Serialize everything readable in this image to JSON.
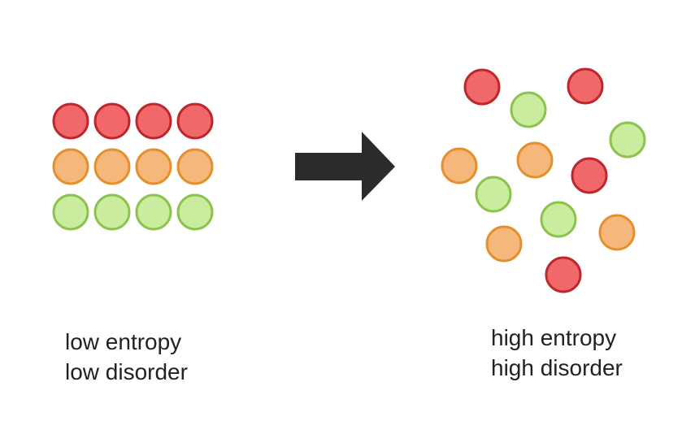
{
  "colors": {
    "red": {
      "fill": "#f0686a",
      "stroke": "#c0272d"
    },
    "orange": {
      "fill": "#f6b77a",
      "stroke": "#e5902f"
    },
    "green": {
      "fill": "#c9ec9e",
      "stroke": "#8cc34d"
    },
    "arrow": "#2b2b2b",
    "text": "#222222"
  },
  "low_state": {
    "rows": [
      "red",
      "orange",
      "green"
    ],
    "columns": 4,
    "caption_line1": "low entropy",
    "caption_line2": "low disorder"
  },
  "high_state": {
    "particles": [
      "red",
      "red",
      "green",
      "green",
      "orange",
      "orange",
      "red",
      "green",
      "green",
      "orange",
      "orange",
      "red"
    ],
    "caption_line1": "high entropy",
    "caption_line2": "high disorder"
  },
  "arrow": {
    "direction": "right",
    "icon": "right-arrow-icon"
  }
}
